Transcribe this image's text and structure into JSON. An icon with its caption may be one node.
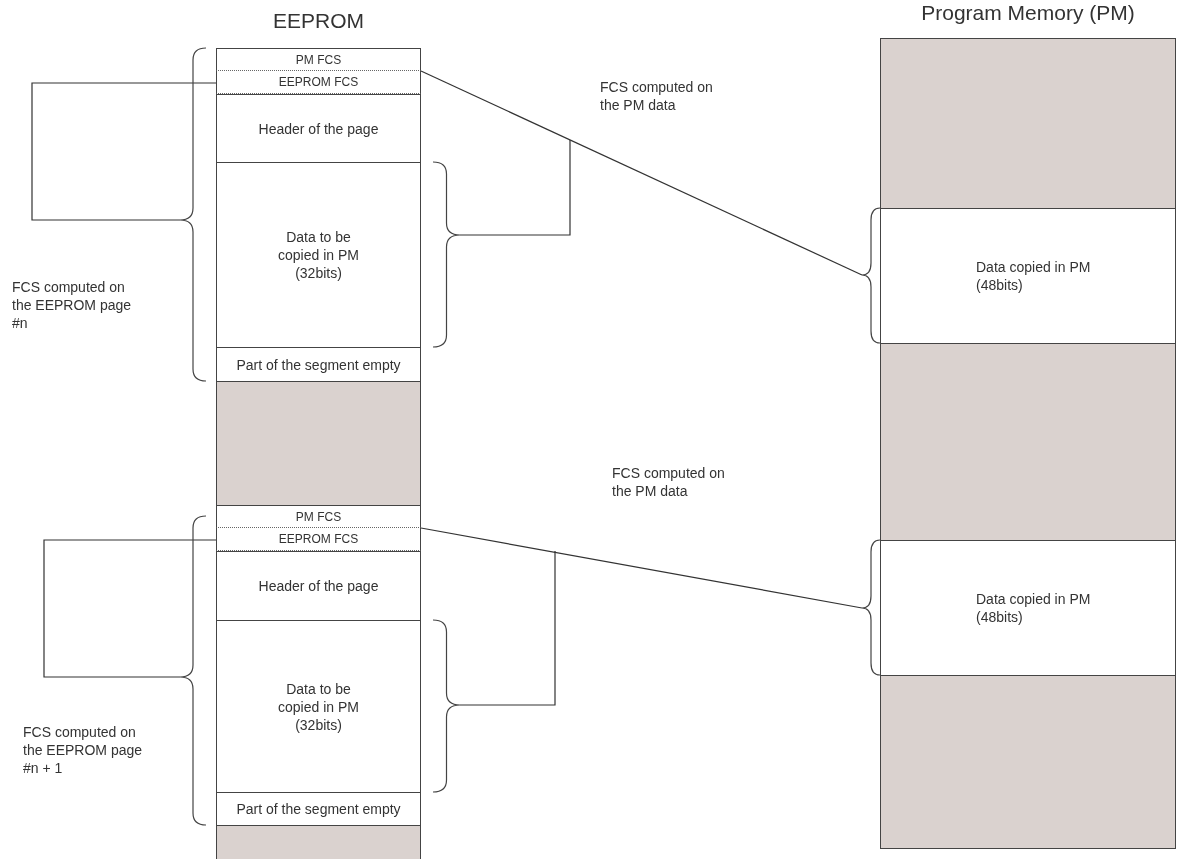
{
  "diagram": {
    "nodes": [
      {
        "text": [
          "EEPROM"
        ]
      },
      {
        "text": [
          "PM FCS"
        ],
        "in": 0
      },
      {
        "text": [
          "EEPROM FCS"
        ],
        "in": 0
      },
      {
        "text": [
          "Header of the page"
        ],
        "in": 0
      },
      {
        "text": [
          "Data to be copied in PM (32bits)"
        ],
        "in": 0
      },
      {
        "text": [
          "Part of the segment empty"
        ],
        "in": 0
      },
      {
        "text": [],
        "shape": "box",
        "in": 0
      },
      {
        "text": [
          "PM FCS"
        ],
        "in": 0
      },
      {
        "text": [
          "EEPROM FCS"
        ],
        "in": 0
      },
      {
        "text": [
          "Header of the page"
        ],
        "in": 0
      },
      {
        "text": [
          "Data to be copied in PM (32bits)"
        ],
        "in": 0
      },
      {
        "text": [
          "Part of the segment empty"
        ],
        "in": 0
      },
      {
        "text": [],
        "shape": "box",
        "in": 0
      },
      {
        "text": [
          "Program Memory (PM)"
        ]
      },
      {
        "text": [],
        "shape": "box",
        "in": 13
      },
      {
        "text": [
          "Data copied in PM (48bits)"
        ],
        "in": 13
      },
      {
        "text": [],
        "shape": "box",
        "in": 13
      },
      {
        "text": [
          "Data copied in PM (48bits)"
        ],
        "in": 13
      },
      {
        "text": [],
        "shape": "box",
        "in": 13
      },
      {
        "text": [],
        "shape": "bracket",
        "beside": [
          "FCS computed on the EEPROM page #n"
        ]
      },
      {
        "text": [],
        "shape": "bracket"
      },
      {
        "text": [],
        "shape": "bracket"
      },
      {
        "text": [],
        "shape": "bracket",
        "beside": [
          "FCS computed on the EEPROM page #n + 1"
        ]
      },
      {
        "text": [],
        "shape": "bracket"
      },
      {
        "text": [],
        "shape": "bracket"
      }
    ],
    "edges": [
      {
        "from": 19,
        "to": 2,
        "arrow": "none"
      },
      {
        "from": 20,
        "to": null,
        "arrow": "none"
      },
      {
        "from": 1,
        "to": 21,
        "arrow": "none"
      },
      {
        "from": 22,
        "to": 8,
        "arrow": "none"
      },
      {
        "from": 23,
        "to": null,
        "arrow": "none"
      },
      {
        "from": 7,
        "to": 24,
        "arrow": "none"
      }
    ],
    "labels": [
      "FCS computed on the PM data",
      "FCS computed on the PM data"
    ]
  }
}
